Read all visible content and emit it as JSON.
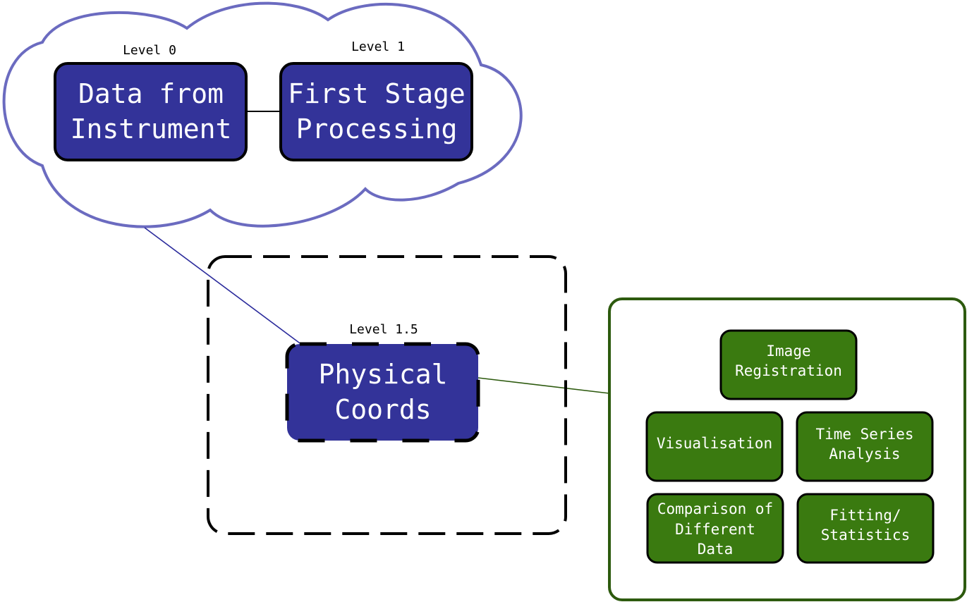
{
  "levels": {
    "level0": "Level 0",
    "level1": "Level 1",
    "level15": "Level 1.5"
  },
  "nodes": {
    "data_from_instrument": [
      "Data from",
      "Instrument"
    ],
    "first_stage_processing": [
      "First Stage",
      "Processing"
    ],
    "physical_coords": [
      "Physical",
      "Coords"
    ],
    "image_registration": [
      "Image",
      "Registration"
    ],
    "visualisation": [
      "Visualisation"
    ],
    "time_series_analysis": [
      "Time Series",
      "Analysis"
    ],
    "comparison_of_different_data": [
      "Comparison of",
      "Different",
      "Data"
    ],
    "fitting_statistics": [
      "Fitting/",
      "Statistics"
    ]
  },
  "colors": {
    "cloud_stroke": "#6b6bc0",
    "blue_box": "#333399",
    "green_box": "#3a7a10",
    "green_panel": "#2d5a0e",
    "link_blue": "#2b2b9c",
    "link_green": "#2d5a0e"
  }
}
